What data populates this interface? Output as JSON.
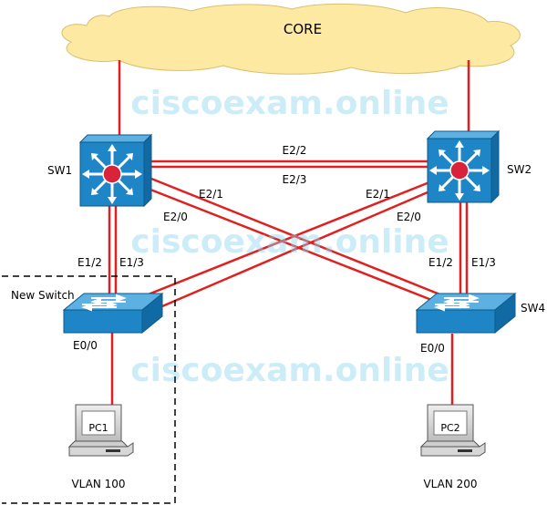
{
  "cloud": {
    "label": "CORE"
  },
  "watermark": "ciscoexam.online",
  "devices": {
    "sw1": {
      "label": "SW1"
    },
    "sw2": {
      "label": "SW2"
    },
    "sw4": {
      "label": "SW4"
    },
    "new_switch": {
      "label": "New Switch"
    },
    "pc1": {
      "label": "PC1",
      "vlan": "VLAN 100"
    },
    "pc2": {
      "label": "PC2",
      "vlan": "VLAN 200"
    }
  },
  "ports": {
    "sw1_sw2_top": "E2/2",
    "sw1_sw2_bottom": "E2/3",
    "sw1_e21": "E2/1",
    "sw1_e20": "E2/0",
    "sw2_e21": "E2/1",
    "sw2_e20": "E2/0",
    "sw1_e12": "E1/2",
    "sw1_e13": "E1/3",
    "sw2_e12": "E1/2",
    "sw2_e13": "E1/3",
    "new_e00": "E0/0",
    "sw4_e00": "E0/0"
  },
  "colors": {
    "link": "#e02020",
    "switch": "#1e86c6",
    "cloud": "#fde9a2",
    "router_dot": "#d9233b"
  }
}
